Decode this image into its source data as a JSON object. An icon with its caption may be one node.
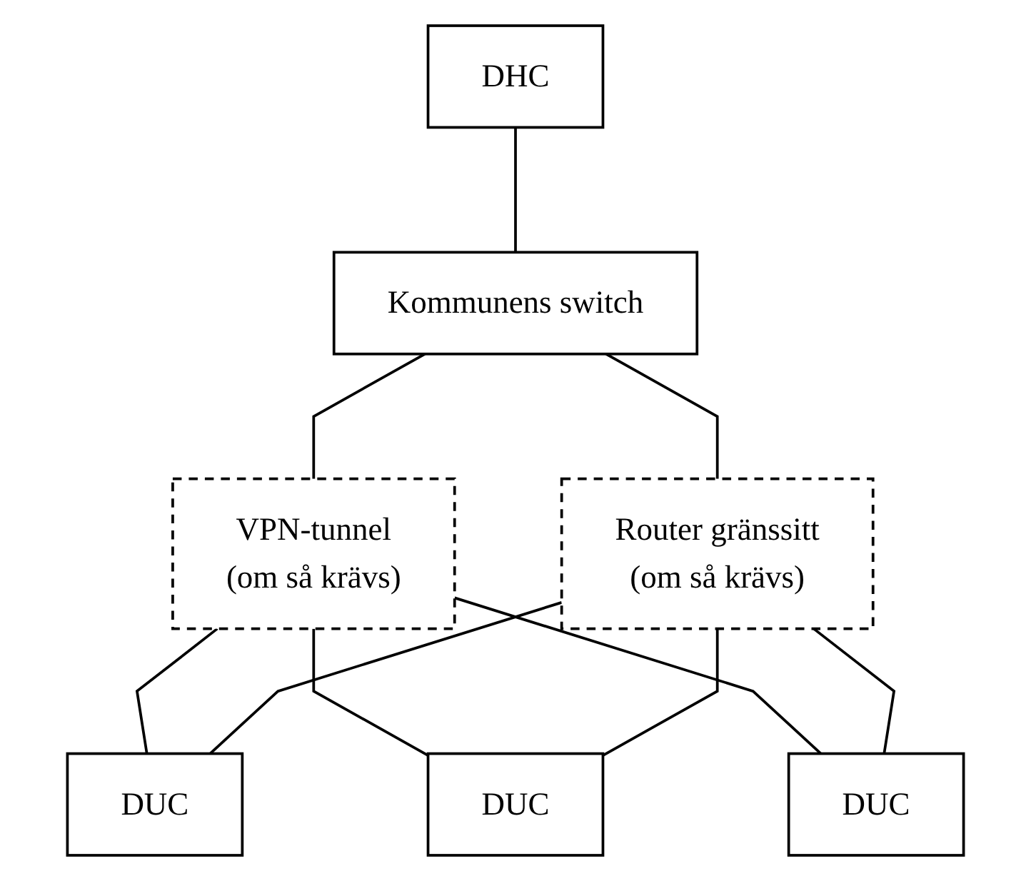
{
  "diagram": {
    "nodes": [
      {
        "text": [
          "DHC"
        ]
      },
      {
        "text": [
          "Kommunens switch"
        ]
      },
      {
        "text": [
          "VPN-tunnel",
          "(om så krävs)"
        ]
      },
      {
        "text": [
          "Router gränssitt",
          "(om så krävs)"
        ]
      },
      {
        "text": [
          "DUC"
        ]
      },
      {
        "text": [
          "DUC"
        ]
      },
      {
        "text": [
          "DUC"
        ]
      }
    ],
    "edges": [
      {
        "from": 0,
        "to": 1,
        "arrow": "none"
      },
      {
        "from": 1,
        "to": 2,
        "arrow": "none"
      },
      {
        "from": 1,
        "to": 3,
        "arrow": "none"
      },
      {
        "from": 2,
        "to": 4,
        "arrow": "none"
      },
      {
        "from": 2,
        "to": 5,
        "arrow": "none"
      },
      {
        "from": 2,
        "to": 6,
        "arrow": "none"
      },
      {
        "from": 3,
        "to": 4,
        "arrow": "none"
      },
      {
        "from": 3,
        "to": 5,
        "arrow": "none"
      },
      {
        "from": 3,
        "to": 6,
        "arrow": "none"
      }
    ]
  }
}
